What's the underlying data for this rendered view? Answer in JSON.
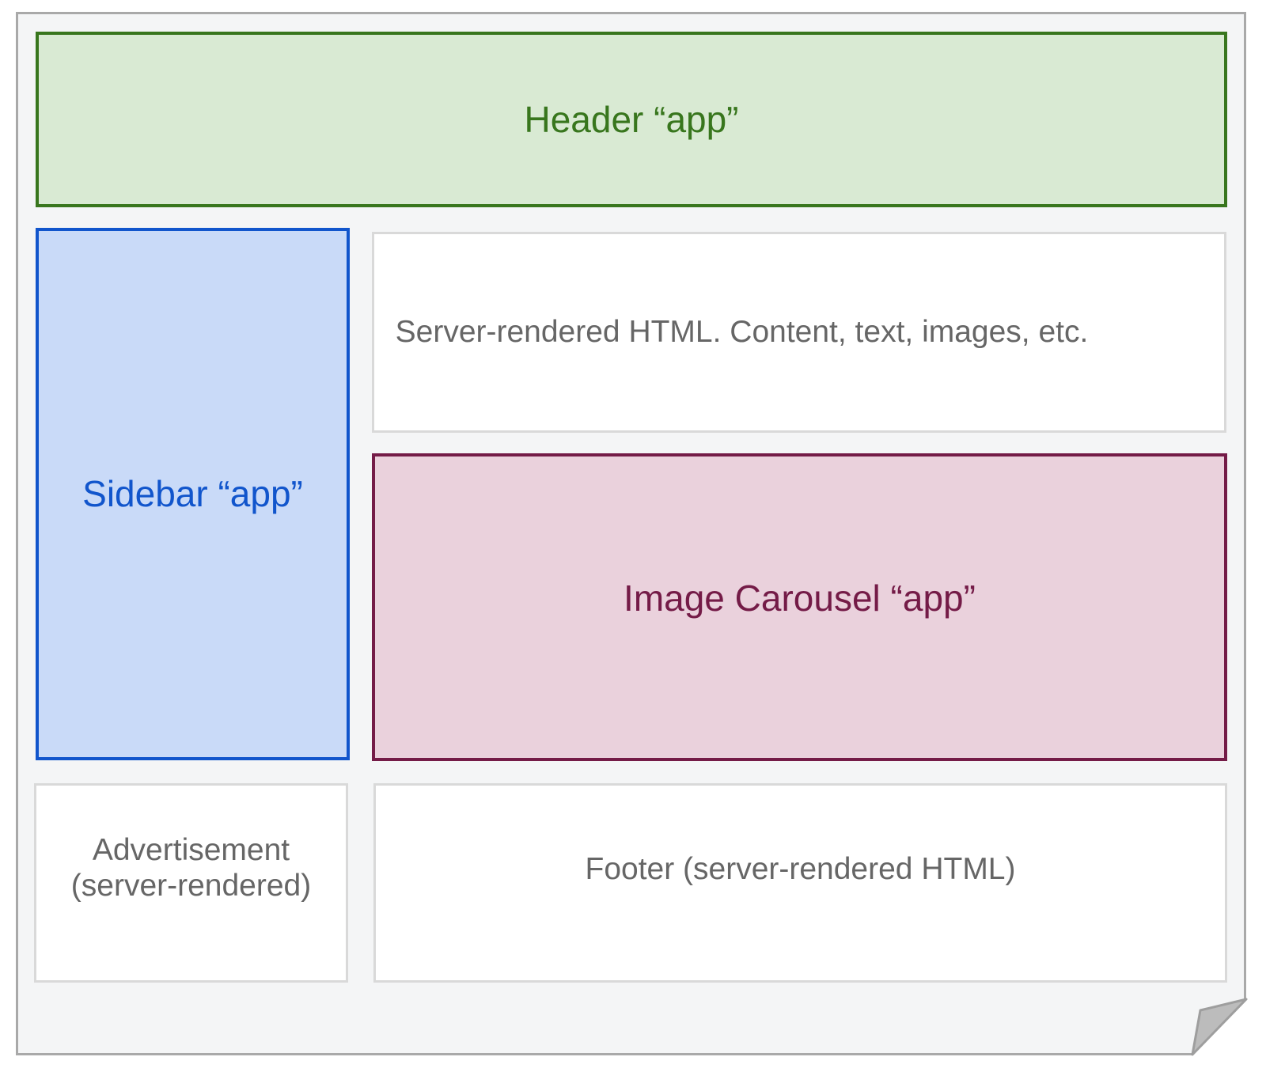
{
  "sheet": {
    "fill": "#f4f5f6",
    "border_color": "#a9a9a9",
    "fold_fill": "#bcbcbc",
    "fold_edge_color": "#9e9e9e"
  },
  "boxes": {
    "header": {
      "label": "Header “app”",
      "fill": "#d9ead3",
      "border_color": "#38761d",
      "text_color": "#38761d"
    },
    "sidebar": {
      "label": "Sidebar “app”",
      "fill": "#c9daf8",
      "border_color": "#1155cc",
      "text_color": "#1155cc"
    },
    "server_content": {
      "label": "Server-rendered HTML. Content, text, images, etc.",
      "fill": "#ffffff",
      "border_color": "#d9d9d9",
      "text_color": "#666666"
    },
    "image_carousel": {
      "label": "Image Carousel “app”",
      "fill": "#ead1dc",
      "border_color": "#741b47",
      "text_color": "#741b47"
    },
    "advertisement": {
      "label": "Advertisement\n(server-rendered)",
      "fill": "#ffffff",
      "border_color": "#d9d9d9",
      "text_color": "#666666"
    },
    "footer": {
      "label": "Footer (server-rendered HTML)",
      "fill": "#ffffff",
      "border_color": "#d9d9d9",
      "text_color": "#666666"
    }
  }
}
